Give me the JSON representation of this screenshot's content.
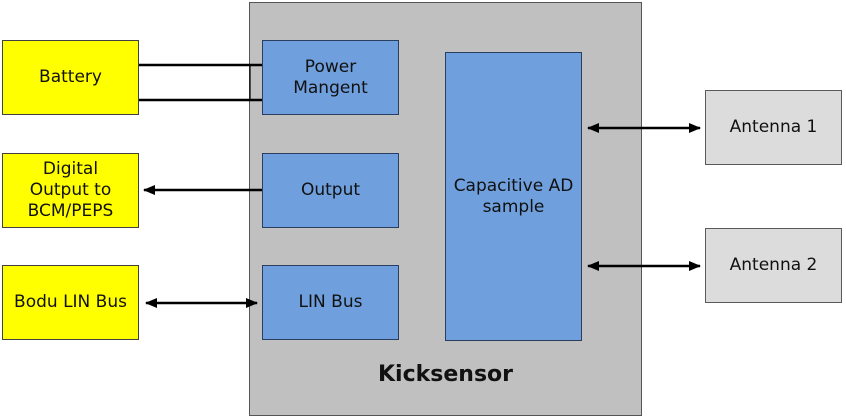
{
  "block": {
    "title": "Kicksensor"
  },
  "left_blocks": {
    "battery": "Battery",
    "digital_output": "Digital\nOutput to\nBCM/PEPS",
    "lin_bus_external": "Bodu LIN Bus"
  },
  "inner_blocks": {
    "power": "Power\nMangent",
    "output": "Output",
    "lin_bus": "LIN Bus",
    "capacitive": "Capacitive AD\nsample"
  },
  "right_blocks": {
    "antenna1": "Antenna 1",
    "antenna2": "Antenna 2"
  },
  "colors": {
    "external_block": "#ffff00",
    "internal_block": "#6f9fdc",
    "antenna_block": "#dcdcdc",
    "main_block": "#c0c0c0"
  }
}
